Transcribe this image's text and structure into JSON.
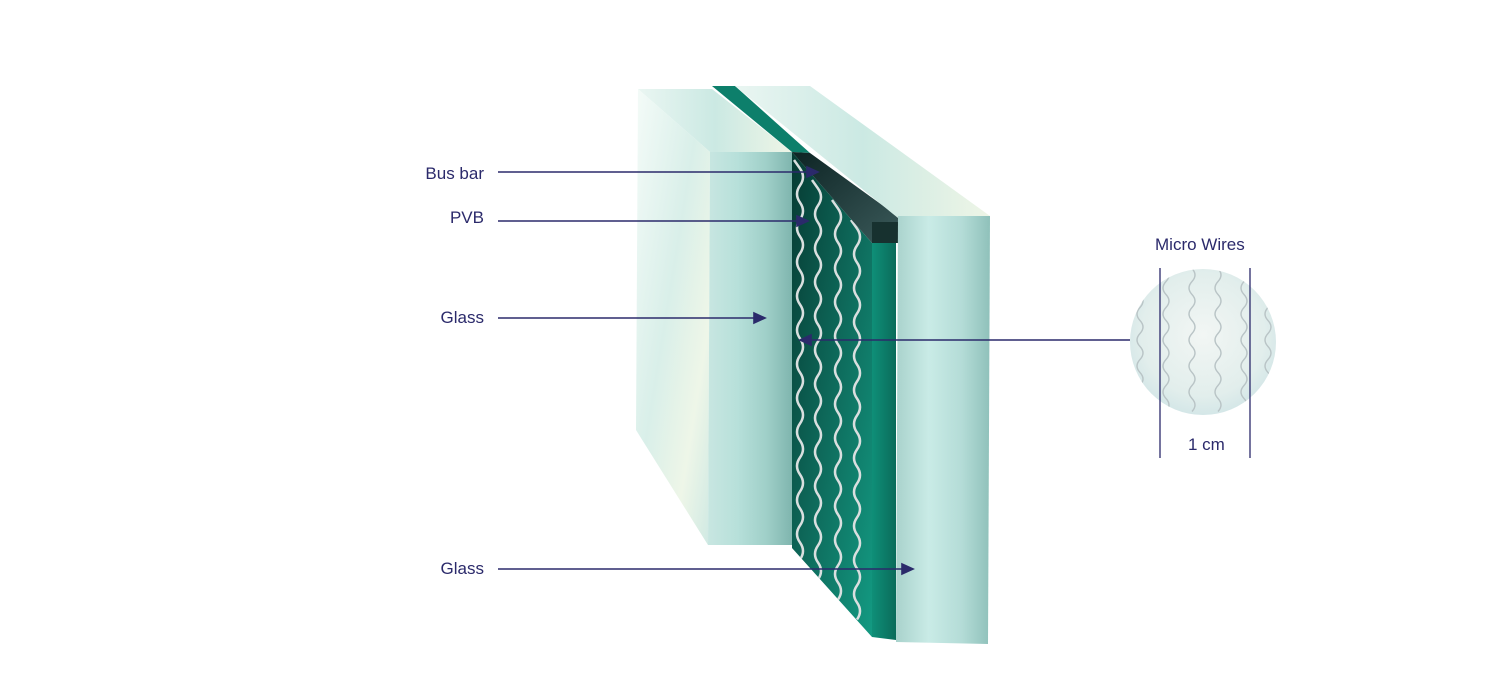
{
  "labels": {
    "bus_bar": "Bus bar",
    "pvb": "PVB",
    "glass_front": "Glass",
    "glass_back": "Glass",
    "micro_wires": "Micro Wires",
    "scale": "1 cm"
  },
  "colors": {
    "label_text": "#2b2a6b",
    "glass_light": "#e6f5f1",
    "glass_edge": "#a9d8d0",
    "pvb_dark": "#0c5a4d",
    "pvb_mid": "#0f8a74",
    "bus_bar": "#1f3a3a",
    "wire": "#d8dede"
  }
}
